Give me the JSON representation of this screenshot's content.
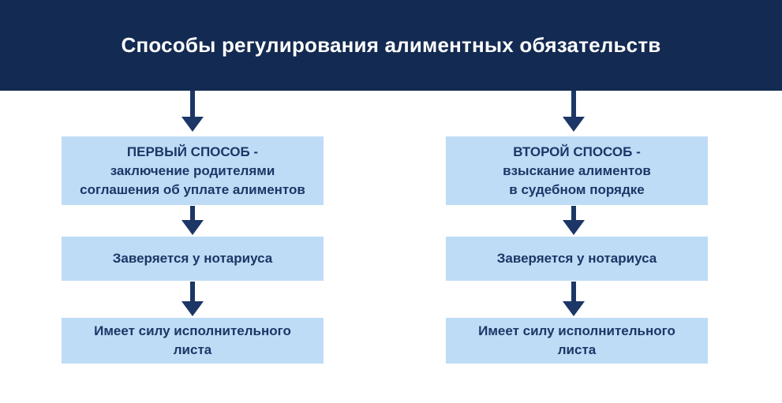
{
  "title": "Способы регулирования алиментных обязательств",
  "colors": {
    "page_bg": "#ffffff",
    "header_bg": "#132a52",
    "box_bg": "#bedcf6",
    "text_color": "#1c3666",
    "arrow_color": "#1c3666",
    "title_color": "#ffffff"
  },
  "columns": [
    {
      "name": "first-method",
      "boxes": [
        {
          "lines": [
            "ПЕРВЫЙ СПОСОБ -",
            "заключение родителями",
            "соглашения об уплате алиментов"
          ]
        },
        {
          "lines": [
            "Заверяется у нотариуса"
          ]
        },
        {
          "lines": [
            "Имеет силу исполнительного",
            "листа"
          ]
        }
      ]
    },
    {
      "name": "second-method",
      "boxes": [
        {
          "lines": [
            "ВТОРОЙ СПОСОБ -",
            "взыскание алиментов",
            "в судебном порядке"
          ]
        },
        {
          "lines": [
            "Заверяется у нотариуса"
          ]
        },
        {
          "lines": [
            "Имеет силу исполнительного",
            "листа"
          ]
        }
      ]
    }
  ]
}
